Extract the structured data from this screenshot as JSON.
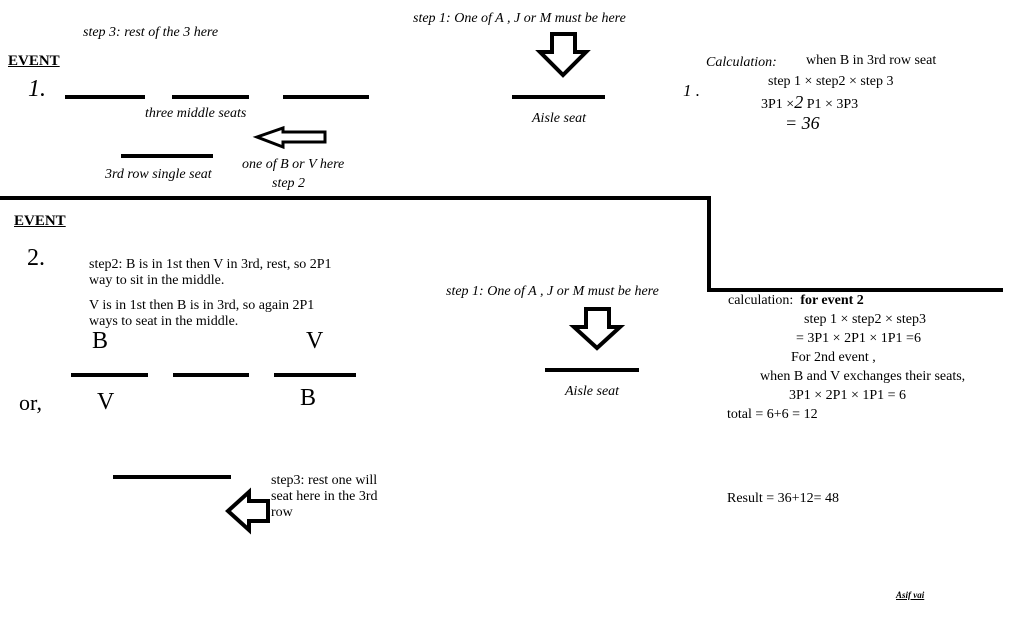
{
  "event1": {
    "heading": "EVENT",
    "number": "1.",
    "step3_label": "step 3:  rest of the 3 here",
    "middle_seats_label": "three middle seats",
    "single_seat_label": "3rd row single seat",
    "bv_label": "one of B or V here",
    "step2_label": "step 2",
    "step1_label": "step 1: One of A , J or M must be here",
    "aisle_label": "Aisle seat"
  },
  "calc1": {
    "number": "1 .",
    "title": "Calculation:",
    "condition": "when B in 3rd row seat",
    "steps": "step 1 ×  step2 × step 3",
    "formula_a": "3P1 ×",
    "formula_two": "2",
    "formula_b": " P1 × 3P3",
    "result": "= 36"
  },
  "event2": {
    "heading": "EVENT",
    "number": "2.",
    "step2_text_1": "step2: B is in 1st then V in 3rd, rest, so 2P1 way to sit in the middle.",
    "step2_text_2": "V is in 1st then B is in 3rd, so again 2P1 ways to seat in the middle.",
    "letter_b_top": "B",
    "letter_v_top": "V",
    "or_label": "or,",
    "letter_v_bottom": "V",
    "letter_b_bottom": "B",
    "step3_text": "step3: rest one will seat here in the 3rd row",
    "step1_label": "step 1: One of A , J or M must be here",
    "aisle_label": "Aisle seat"
  },
  "calc2": {
    "title": "calculation:",
    "title_bold": "for event 2",
    "steps": "step 1 × step2 × step3",
    "line1": "= 3P1 × 2P1 × 1P1 =6",
    "line2": "For 2nd event ,",
    "line3": "when B and V exchanges their seats,",
    "line4": "3P1 × 2P1 × 1P1 = 6",
    "total": "total = 6+6 = 12",
    "result": "Result = 36+12= 48"
  },
  "signature": "Asif vai"
}
